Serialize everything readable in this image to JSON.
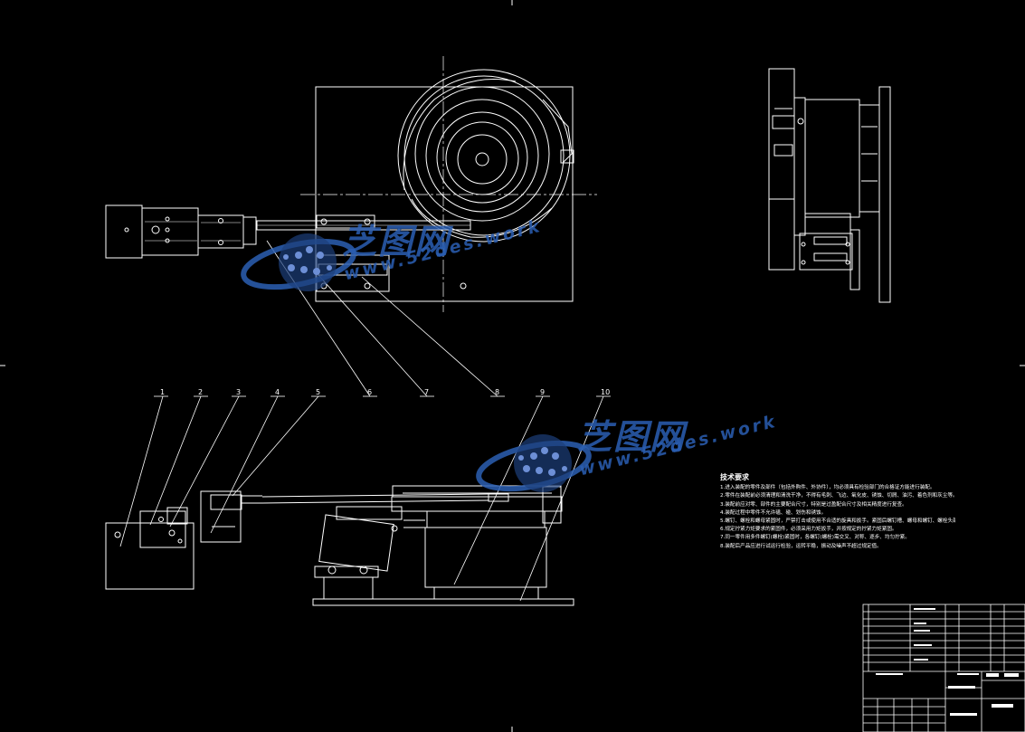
{
  "drawing": {
    "background": "#000000",
    "line_color": "#ffffff",
    "watermark_color": "#2b5fb3"
  },
  "balloons": [
    "1",
    "2",
    "3",
    "4",
    "5",
    "6",
    "7",
    "8",
    "9",
    "10"
  ],
  "watermark": {
    "brand": "芝图网",
    "url": "www.52des.work"
  },
  "tech_notes": {
    "title": "技术要求",
    "lines": [
      "1.进入装配的零件及部件（包括外购件、外协件），均必须具有检验部门的合格证方能进行装配。",
      "2.零件在装配前必须清理和清洗干净，不得有毛刺、飞边、氧化皮、锈蚀、切屑、油污、着色剂和灰尘等。",
      "3.装配前应对零、部件的主要配合尺寸，特别是过盈配合尺寸及相关精度进行复查。",
      "4.装配过程中零件不允许磕、碰、划伤和锈蚀。",
      "5.螺钉、螺栓和螺母紧固时，严禁打击或使用不合适的旋具和扳手。紧固后螺钉槽、螺母和螺钉、螺栓头部不得损坏。",
      "6.规定拧紧力矩要求的紧固件，必须采用力矩扳手，并按规定的拧紧力矩紧固。",
      "7.同一零件用多件螺钉(螺栓)紧固时，各螺钉(螺栓)需交叉、对称、逐步、均匀拧紧。",
      "8.装配后产品应进行试运行检验，运转平稳，振动及噪声不超过规定值。"
    ]
  }
}
